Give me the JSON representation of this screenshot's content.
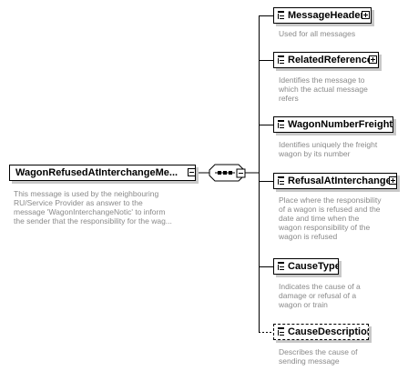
{
  "root": {
    "name": "WagonRefusedAtInterchangeMe...",
    "description": "This message is used by the neighbouring\nRU/Service Provider as answer to the\nmessage 'WagonInterchangeNotic' to inform\nthe sender that the responsibility for the wag..."
  },
  "children": [
    {
      "name": "MessageHeader",
      "description": "Used for all messages"
    },
    {
      "name": "RelatedReference",
      "description": "Identifies the message to\nwhich the actual message\nrefers"
    },
    {
      "name": "WagonNumberFreight",
      "description": "Identifies uniquely the freight\nwagon by its number"
    },
    {
      "name": "RefusalAtInterchange",
      "description": "Place where the responsibility\nof a wagon is refused and the\ndate and time when the\nwagon responsibility of the\nwagon is refused"
    },
    {
      "name": "CauseType",
      "description": "Indicates the cause of a\ndamage or refusal of a\nwagon or train"
    },
    {
      "name": "CauseDescription",
      "description": "Describes the cause of\nsending message"
    }
  ]
}
